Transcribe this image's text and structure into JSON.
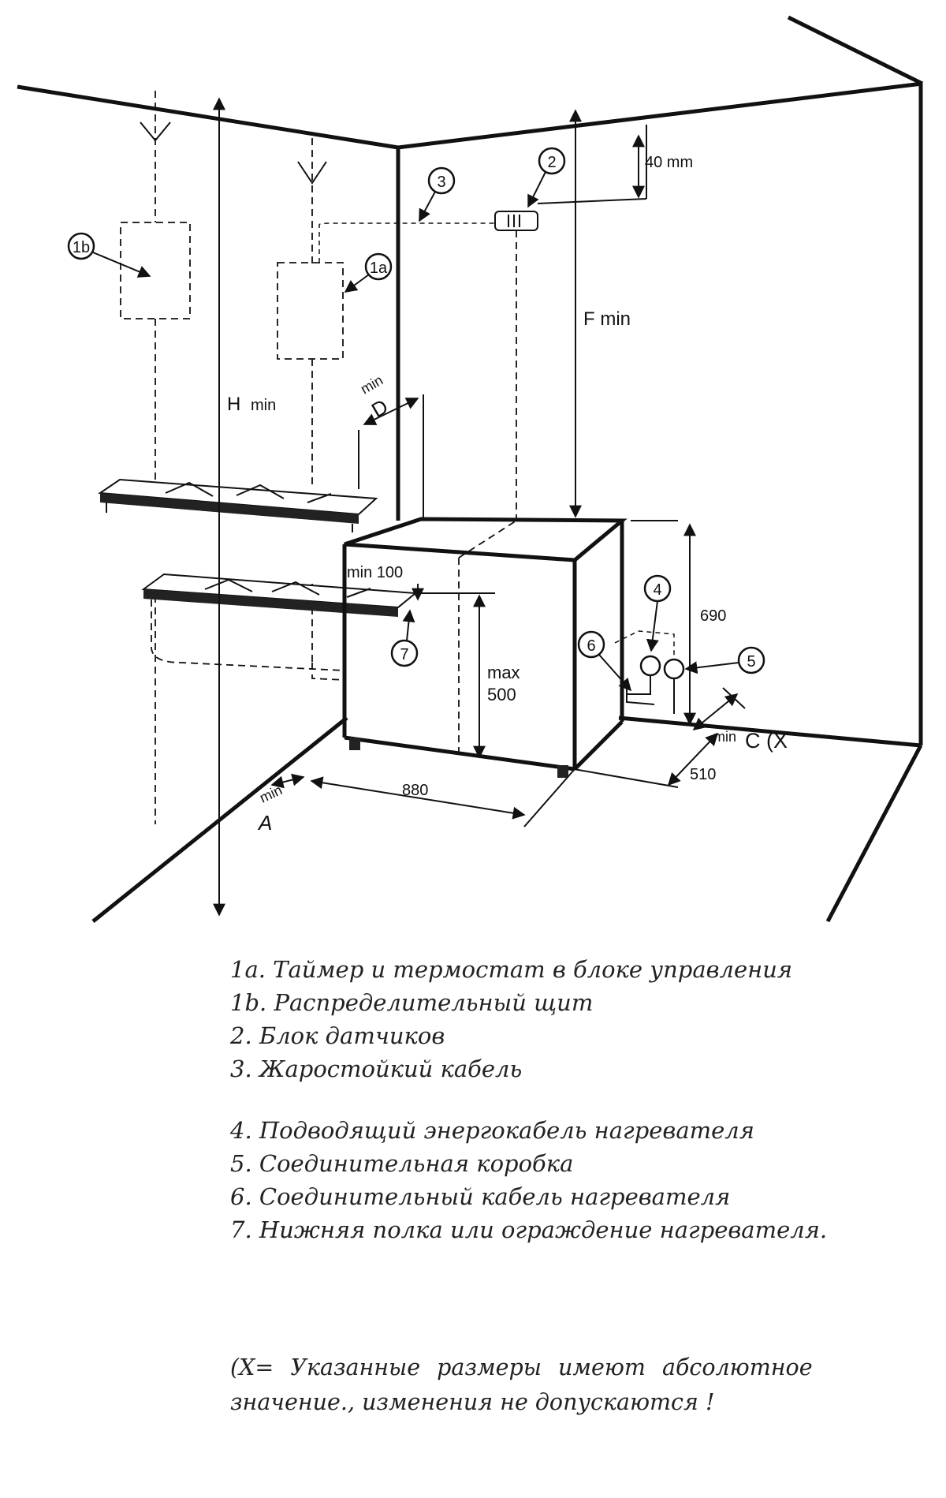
{
  "diagram": {
    "callouts": {
      "c1b": "1b",
      "c1a": "1a",
      "c2": "2",
      "c3": "3",
      "c4": "4",
      "c5": "5",
      "c6": "6",
      "c7": "7"
    },
    "dimensions": {
      "d_40": "40 mm",
      "f_min": "F min",
      "h_main": "H",
      "h_sub": "min",
      "d_min": "min",
      "d_letter": "D",
      "min100": "min 100",
      "max_label": "max",
      "max_value": "500",
      "d_690": "690",
      "d_880": "880",
      "d_510": "510",
      "a_min": "min",
      "a_letter": "A",
      "c_min": "min",
      "c_letter": "C (X"
    }
  },
  "legend": {
    "items": [
      "1a. Таймер и термостат в блоке управления",
      "1b. Распределительный  щит",
      "2. Блок датчиков",
      "3. Жаростойкий кабель",
      "4. Подводящий энергокабель нагревателя",
      "5. Соединительная коробка",
      "6. Соединительный кабель нагревателя",
      "7. Нижняя полка или ограждение нагревателя."
    ]
  },
  "note": {
    "line1": "(X= Указанные размеры имеют абсолютное",
    "line2": "значение., изменения не допускаются !"
  }
}
